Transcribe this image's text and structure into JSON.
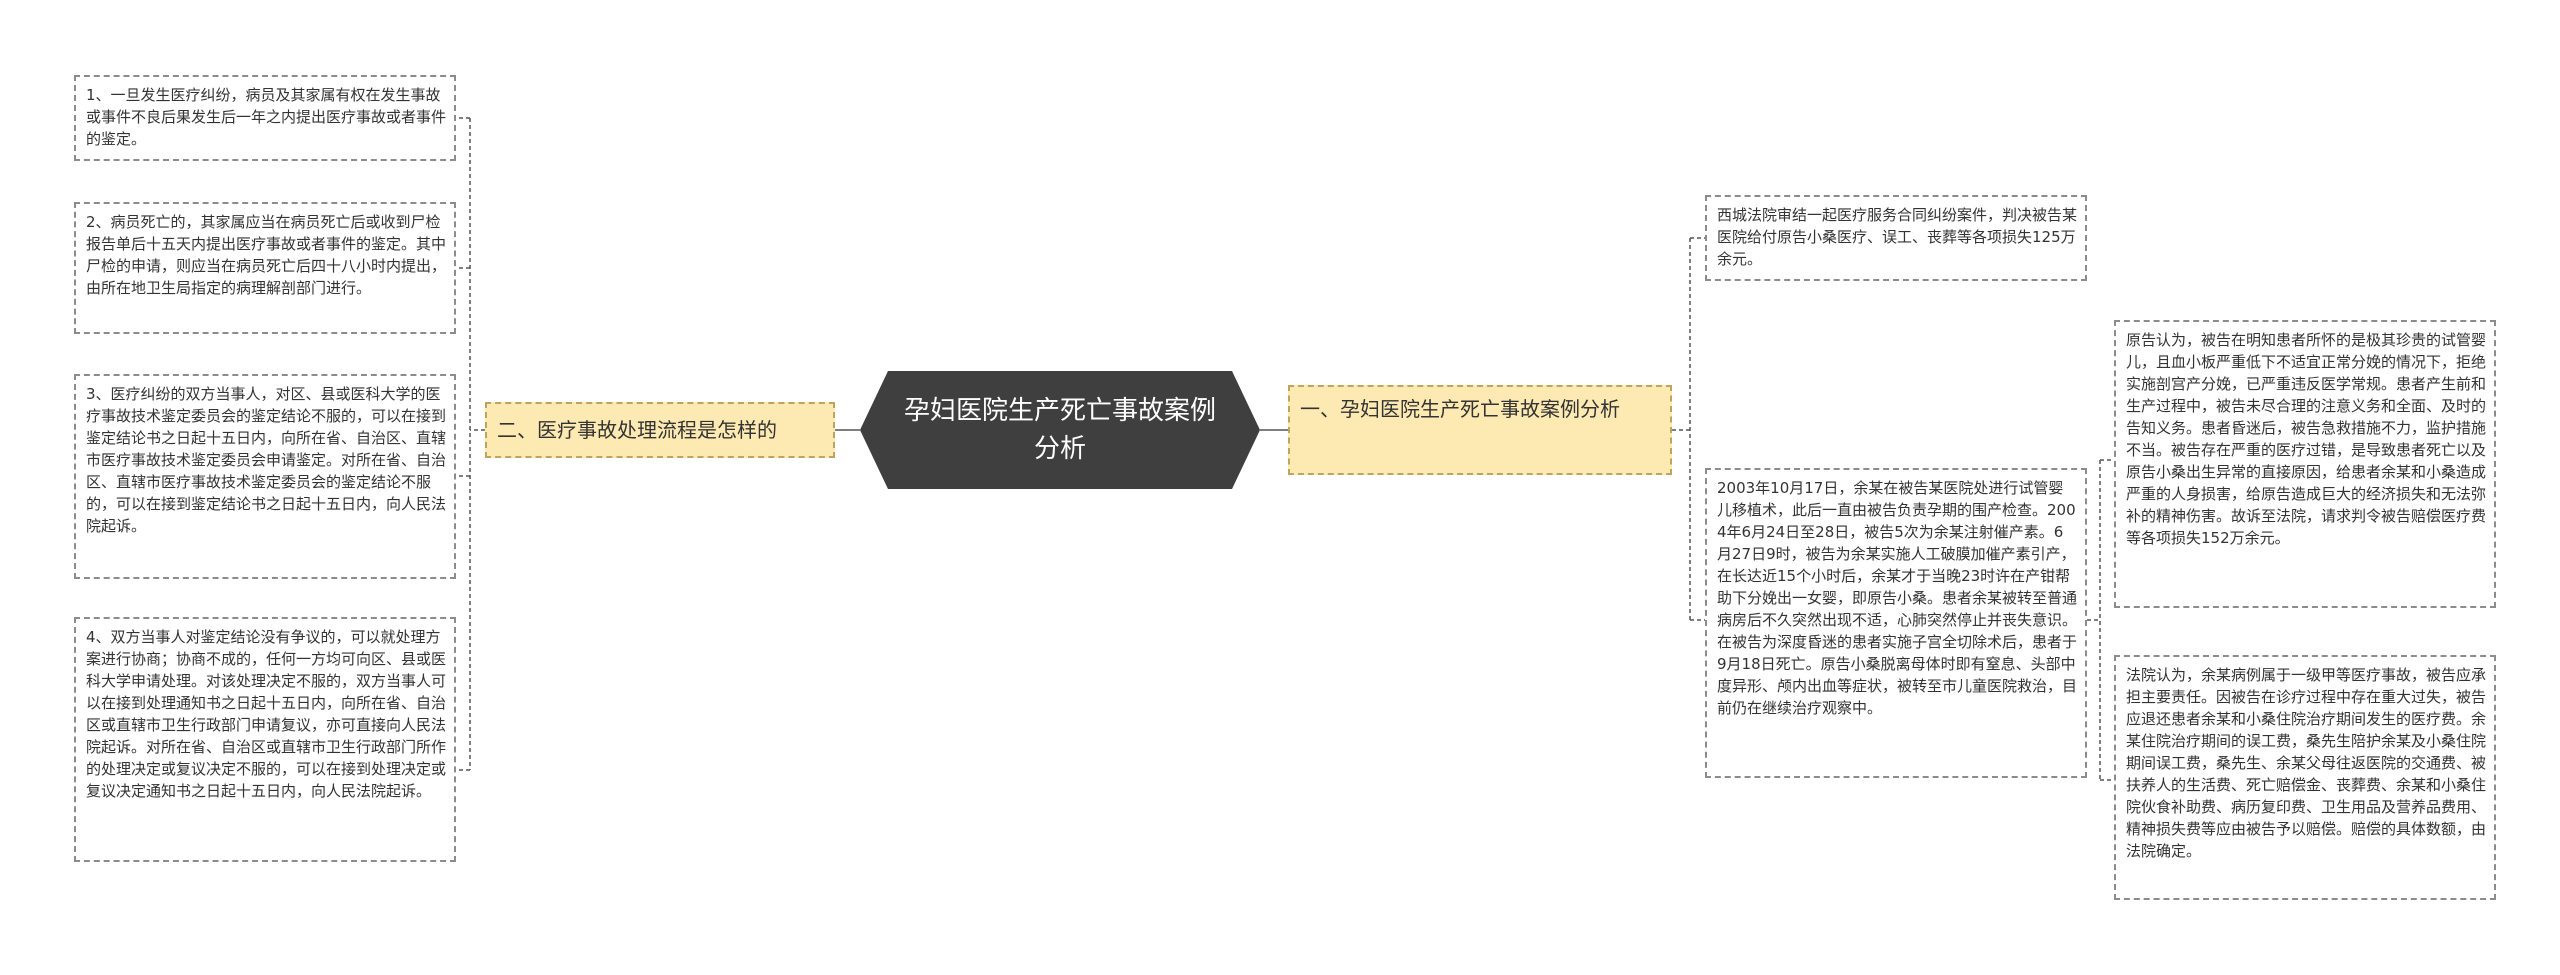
{
  "root": {
    "title": "孕妇医院生产死亡事故案例分析"
  },
  "branches": {
    "left": {
      "label": "二、医疗事故处理流程是怎样的"
    },
    "right": {
      "label": "一、孕妇医院生产死亡事故案例分析"
    }
  },
  "left_items": [
    "1、一旦发生医疗纠纷，病员及其家属有权在发生事故或事件不良后果发生后一年之内提出医疗事故或者事件的鉴定。",
    "2、病员死亡的，其家属应当在病员死亡后或收到尸检报告单后十五天内提出医疗事故或者事件的鉴定。其中尸检的申请，则应当在病员死亡后四十八小时内提出，由所在地卫生局指定的病理解剖部门进行。",
    "3、医疗纠纷的双方当事人，对区、县或医科大学的医疗事故技术鉴定委员会的鉴定结论不服的，可以在接到鉴定结论书之日起十五日内，向所在省、自治区、直辖市医疗事故技术鉴定委员会申请鉴定。对所在省、自治区、直辖市医疗事故技术鉴定委员会的鉴定结论不服的，可以在接到鉴定结论书之日起十五日内，向人民法院起诉。",
    "4、双方当事人对鉴定结论没有争议的，可以就处理方案进行协商；协商不成的，任何一方均可向区、县或医科大学申请处理。对该处理决定不服的，双方当事人可以在接到处理通知书之日起十五日内，向所在省、自治区或直辖市卫生行政部门申请复议，亦可直接向人民法院起诉。对所在省、自治区或直辖市卫生行政部门所作的处理决定或复议决定不服的，可以在接到处理决定或复议决定通知书之日起十五日内，向人民法院起诉。"
  ],
  "right_items": {
    "summary": "西城法院审结一起医疗服务合同纠纷案件，判决被告某医院给付原告小桑医疗、误工、丧葬等各项损失125万余元。",
    "facts": "2003年10月17日，余某在被告某医院处进行试管婴儿移植术，此后一直由被告负责孕期的围产检查。2004年6月24日至28日，被告5次为余某注射催产素。6月27日9时，被告为余某实施人工破膜加催产素引产，在长达近15个小时后，余某才于当晚23时许在产钳帮助下分娩出一女婴，即原告小桑。患者余某被转至普通病房后不久突然出现不适，心肺突然停止并丧失意识。在被告为深度昏迷的患者实施子宫全切除术后，患者于9月18日死亡。原告小桑脱离母体时即有窒息、头部中度异形、颅内出血等症状，被转至市儿童医院救治，目前仍在继续治疗观察中。",
    "plaintiff": "原告认为，被告在明知患者所怀的是极其珍贵的试管婴儿，且血小板严重低下不适宜正常分娩的情况下，拒绝实施剖宫产分娩，已严重违反医学常规。患者产生前和生产过程中，被告未尽合理的注意义务和全面、及时的告知义务。患者昏迷后，被告急救措施不力，监护措施不当。被告存在严重的医疗过错，是导致患者死亡以及原告小桑出生异常的直接原因，给患者余某和小桑造成严重的人身损害，给原告造成巨大的经济损失和无法弥补的精神伤害。故诉至法院，请求判令被告赔偿医疗费等各项损失152万余元。",
    "court": "法院认为，余某病例属于一级甲等医疗事故，被告应承担主要责任。因被告在诊疗过程中存在重大过失，被告应退还患者余某和小桑住院治疗期间发生的医疗费。余某住院治疗期间的误工费，桑先生陪护余某及小桑住院期间误工费，桑先生、余某父母往返医院的交通费、被扶养人的生活费、死亡赔偿金、丧葬费、余某和小桑住院伙食补助费、病历复印费、卫生用品及营养品费用、精神损失费等应由被告予以赔偿。赔偿的具体数额，由法院确定。"
  },
  "colors": {
    "root_fill": "#3f3f3f",
    "branch_fill": "#fde9b2",
    "branch_border": "#bfa35e",
    "leaf_border": "#8c8c8c",
    "link": "#555555"
  }
}
